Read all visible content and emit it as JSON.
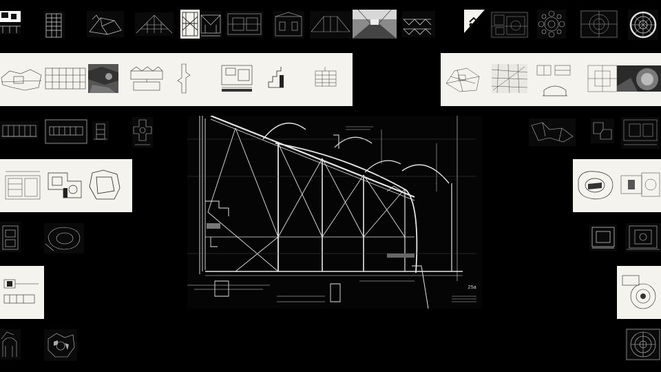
{
  "gallery": {
    "item_count": 46,
    "hero": {
      "sheet_number": "25a",
      "caption": "",
      "selected": true
    },
    "colors": {
      "background": "#000000",
      "paper": "#f4f3ee",
      "line_light": "#e6e6e6",
      "line_dark": "#222222"
    },
    "thumbnail_kinds": [
      "section-drawing",
      "elevation-drawing",
      "axonometric-sketch",
      "perspective-sketch",
      "sketch-photo",
      "plan-drawing",
      "site-plan",
      "interior-photo",
      "truss-diagram",
      "dome-plan",
      "circular-plan",
      "city-map",
      "aerial-photo",
      "building-section"
    ]
  }
}
